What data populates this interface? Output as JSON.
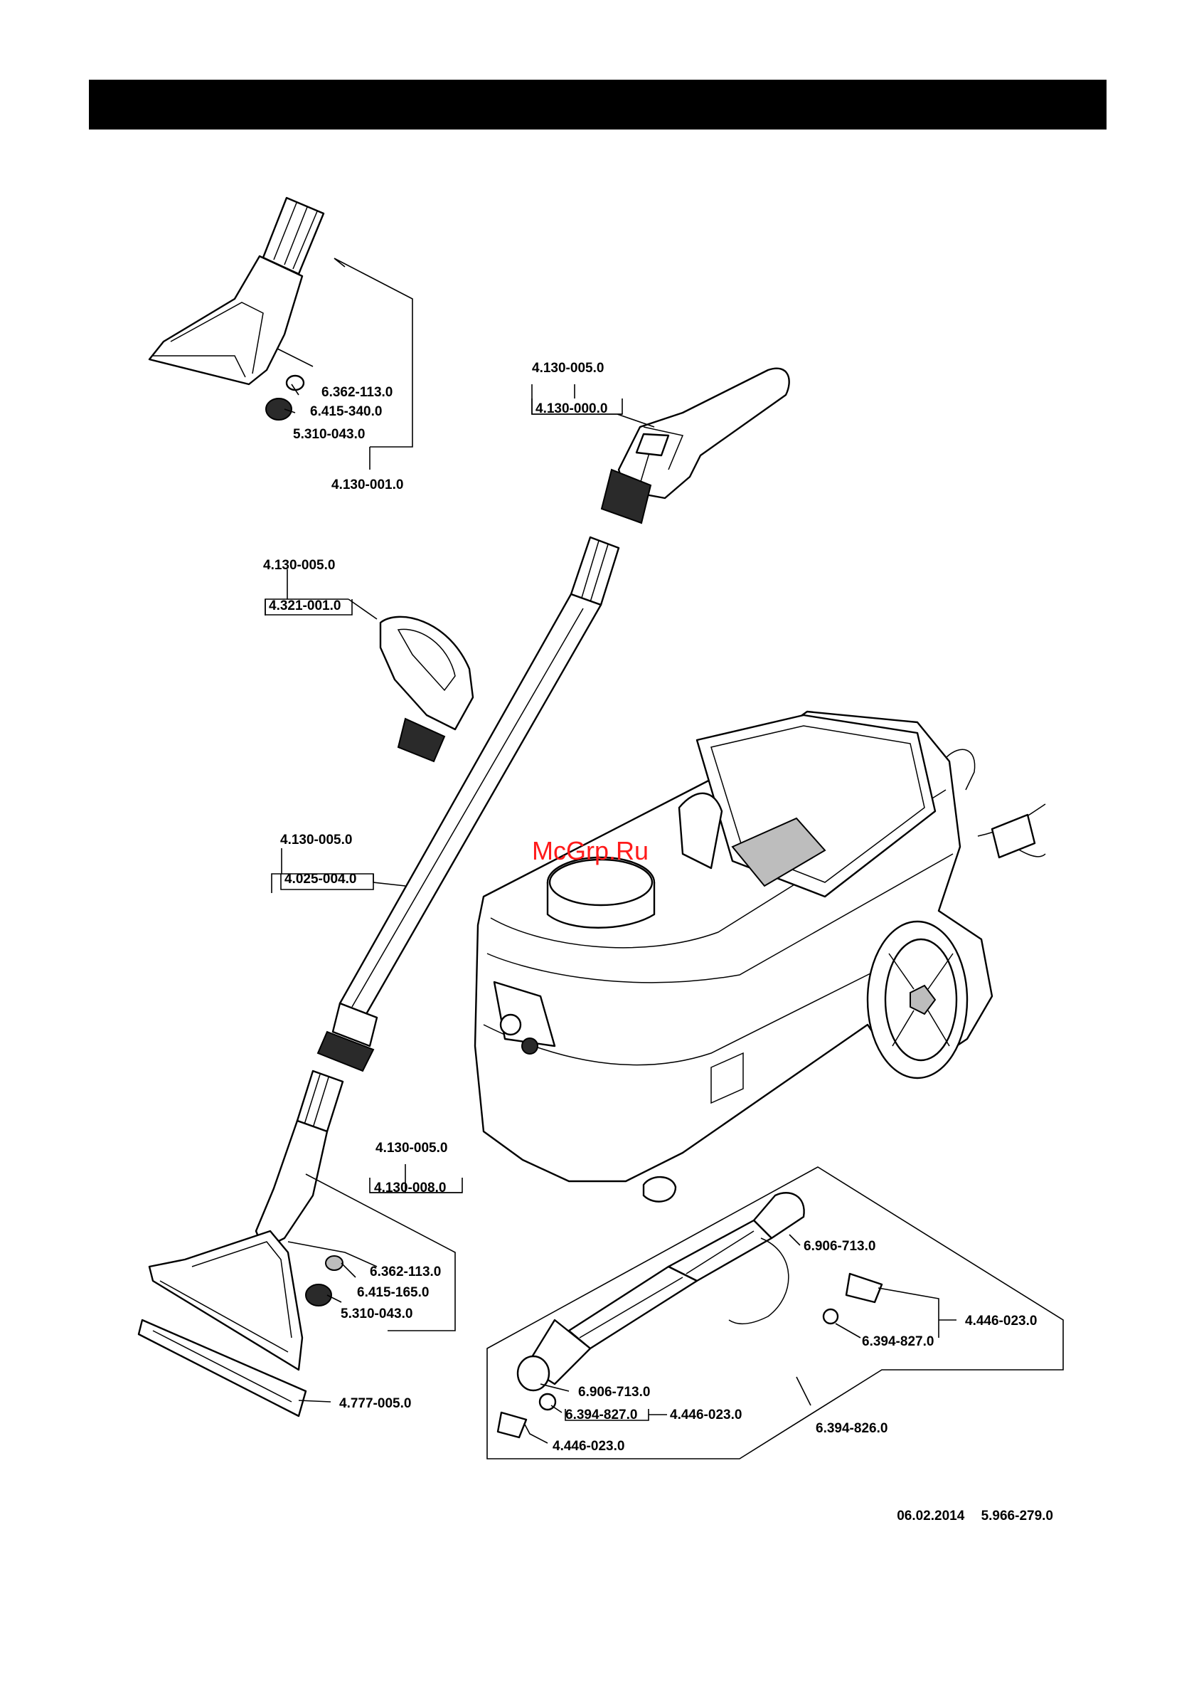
{
  "watermark": "McGrp.Ru",
  "labels": {
    "wand_top_5": "4.130-005.0",
    "wand_top_0": "4.130-000.0",
    "nozzle_6362_a": "6.362-113.0",
    "nozzle_6415_a": "6.415-340.0",
    "nozzle_5310_a": "5.310-043.0",
    "nozzle_set_a": "4.130-001.0",
    "handle_5": "4.130-005.0",
    "handle_321": "4.321-001.0",
    "tube_5": "4.130-005.0",
    "tube_025": "4.025-004.0",
    "floor_5": "4.130-005.0",
    "floor_008": "4.130-008.0",
    "nozzle_6362_b": "6.362-113.0",
    "nozzle_6415_b": "6.415-165.0",
    "nozzle_5310_b": "5.310-043.0",
    "strip_4777": "4.777-005.0",
    "hose_6906_a": "6.906-713.0",
    "hose_6906_b": "6.906-713.0",
    "hose_6394_827_a": "6.394-827.0",
    "hose_4446_a": "4.446-023.0",
    "hose_6394_827_b": "6.394-827.0",
    "hose_4446_b": "4.446-023.0",
    "hose_4446_c": "4.446-023.0",
    "hose_set": "6.394-826.0"
  },
  "footer": {
    "date": "06.02.2014",
    "doc_number": "5.966-279.0"
  }
}
